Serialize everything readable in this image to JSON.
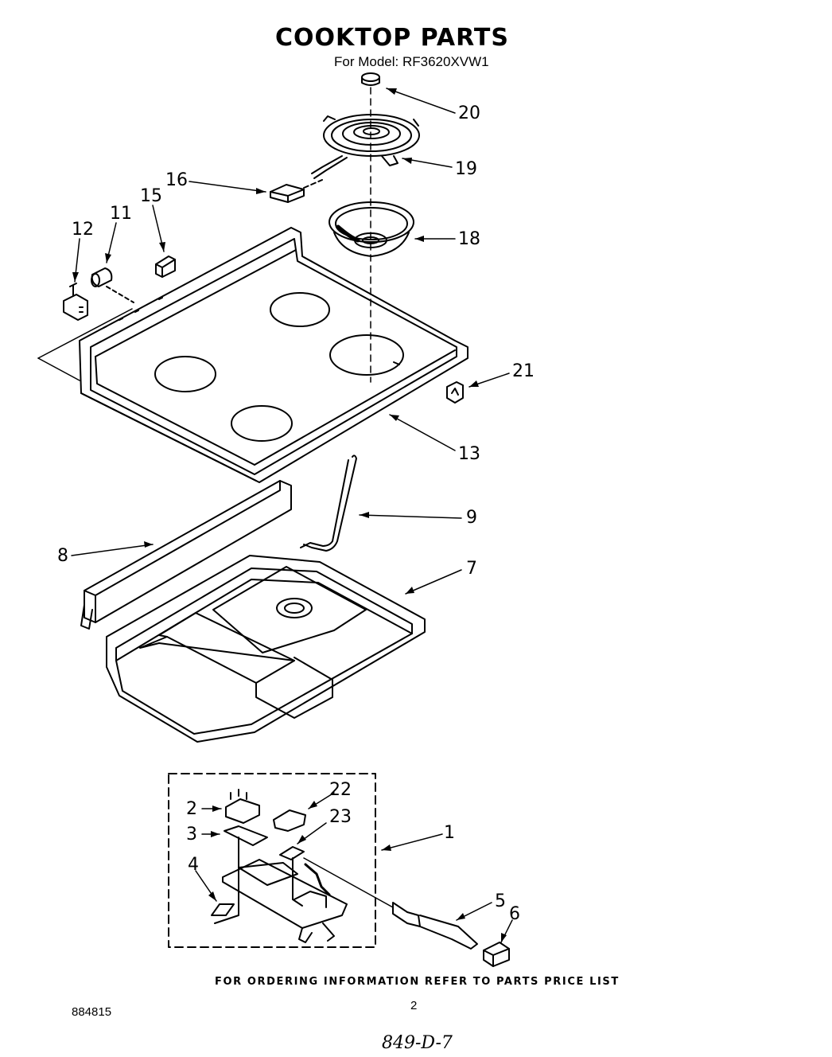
{
  "header": {
    "title": "COOKTOP PARTS",
    "subtitle": "For Model: RF3620XVW1"
  },
  "callouts": [
    "20",
    "19",
    "16",
    "15",
    "11",
    "12",
    "18",
    "21",
    "13",
    "9",
    "8",
    "7",
    "22",
    "2",
    "23",
    "1",
    "3",
    "4",
    "5",
    "6"
  ],
  "footer": {
    "ordering_note": "FOR ORDERING INFORMATION REFER TO PARTS PRICE LIST",
    "document_number": "884815",
    "page_number": "2",
    "handwritten_code": "849-D-7"
  }
}
